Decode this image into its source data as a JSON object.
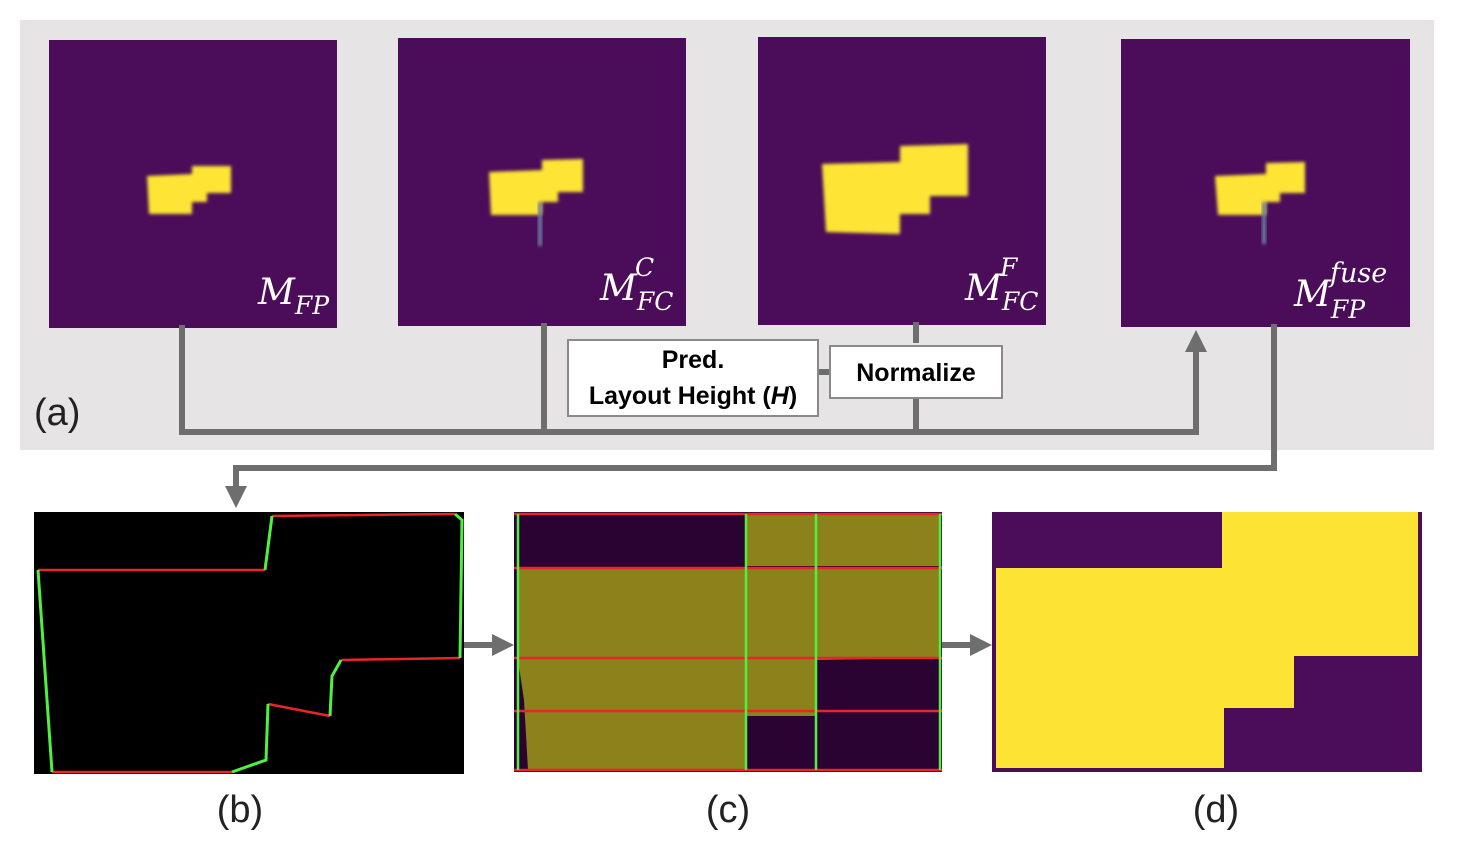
{
  "colors": {
    "panel_bg": "#e6e4e5",
    "map_bg": "#4b0c59",
    "map_fg": "#fde434",
    "connector": "#6e6e6e",
    "boundary_red": "#e8252a",
    "boundary_green": "#4ff040",
    "segment_dark": "#2b0332",
    "segment_fill": "#8b821c"
  },
  "labels": {
    "a": "(a)",
    "b": "(b)",
    "c": "(c)",
    "d": "(d)"
  },
  "maps": [
    {
      "main": "M",
      "sub": "FP",
      "sup": ""
    },
    {
      "main": "M",
      "sub": "FC",
      "sup": "C"
    },
    {
      "main": "M",
      "sub": "FC",
      "sup": "F"
    },
    {
      "main": "M",
      "sub": "FP",
      "sup": "fuse"
    }
  ],
  "boxes": {
    "height_line1": "Pred.",
    "height_line2_pre": "Layout Height (",
    "height_var": "H",
    "height_line2_post": ")",
    "normalize": "Normalize"
  }
}
